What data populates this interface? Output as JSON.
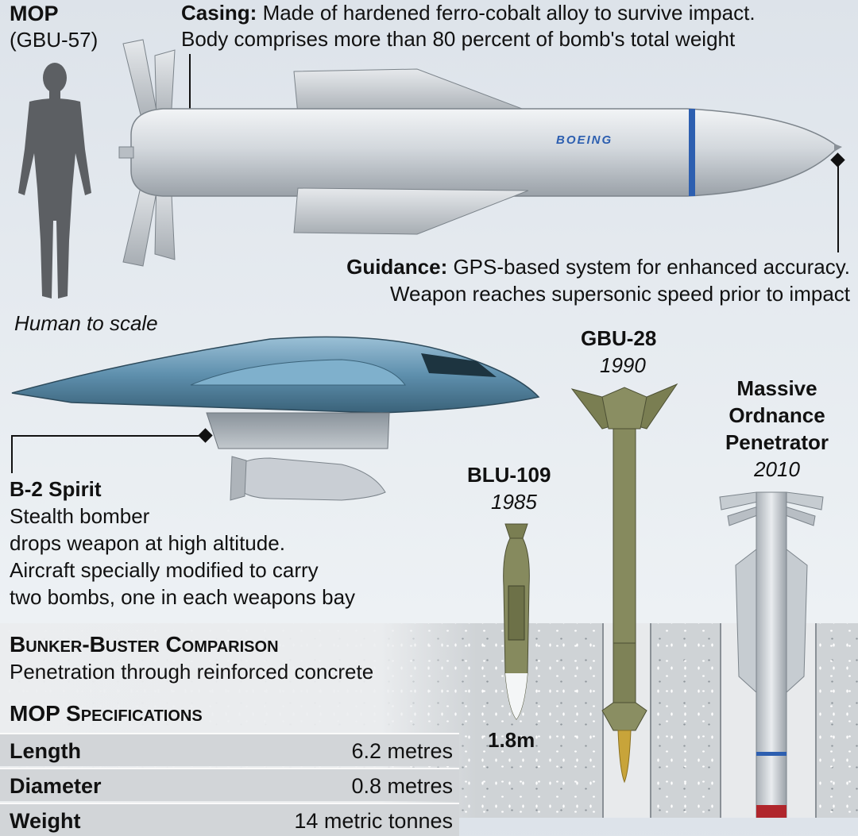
{
  "mop": {
    "title": "MOP",
    "designation": "(GBU-57)"
  },
  "casing": {
    "label": "Casing:",
    "line1": " Made of hardened ferro-cobalt alloy to survive impact.",
    "line2": "Body comprises more than 80 percent of bomb's total weight"
  },
  "bomb_brand": "BOEING",
  "human": {
    "caption": "Human to scale"
  },
  "guidance": {
    "label": "Guidance:",
    "line1": " GPS-based system for enhanced accuracy.",
    "line2": "Weapon reaches supersonic speed prior to impact"
  },
  "b2": {
    "title": "B-2 Spirit",
    "lines": [
      "Stealth bomber",
      "drops weapon at high altitude.",
      "Aircraft specially modified to carry",
      "two bombs, one in each weapons bay"
    ]
  },
  "bombs": [
    {
      "name": "BLU-109",
      "year": "1985"
    },
    {
      "name": "GBU-28",
      "year": "1990"
    },
    {
      "name_lines": [
        "Massive",
        "Ordnance",
        "Penetrator"
      ],
      "year": "2010"
    }
  ],
  "comparison": {
    "title": "Bunker-Buster Comparison",
    "subtitle": "Penetration through reinforced concrete",
    "depth_label": "1.8m"
  },
  "specs": {
    "title": "MOP Specifications",
    "rows": [
      {
        "label": "Length",
        "value": "6.2 metres"
      },
      {
        "label": "Diameter",
        "value": "0.8 metres"
      },
      {
        "label": "Weight",
        "value": "14 metric tonnes"
      }
    ]
  },
  "colors": {
    "accent_blue": "#2d5fb0",
    "bomb_grey": "#c9ced4",
    "olive": "#7a7e52",
    "stealth_blue": "#5e8fad"
  }
}
